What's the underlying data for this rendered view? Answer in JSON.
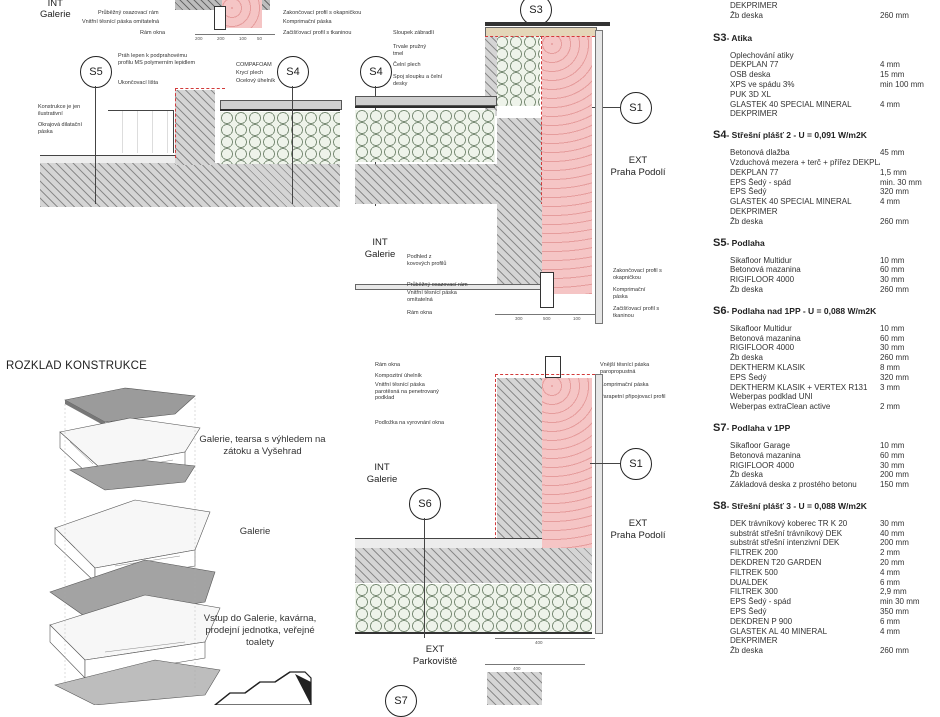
{
  "left_top": {
    "int_label": "INT",
    "int_sub": "Galerie",
    "labels": {
      "continuous_frame": "Průběžný osazovací rám",
      "inner_tape": "Vnitřní těsnící páska omítatelná",
      "window_frame": "Rám okna",
      "compress_tape": "Komprimační páska",
      "closing_profile_top": "Zakončovací profil s okapničkou",
      "plaster_profile": "Začišťovací profil s tkaninou",
      "threshold": "Práh lepen k podprahovému profilu MS polymerním lepidlem",
      "finish_strip": "Ukončovací lišta",
      "compafoam": "COMPAFOAM",
      "cover_sheet": "Krycí plech",
      "steel_angle": "Ocelový úhelník",
      "illustrative": "Konstrukce je jen ilustrativní",
      "edge_tape": "Okrajová dilatační páska"
    },
    "callouts": [
      "S5",
      "S4"
    ],
    "dims": [
      "200",
      "200",
      "100",
      "50"
    ]
  },
  "left_bottom": {
    "title": "ROZKLAD KONSTRUKCE",
    "captions": {
      "top": "Galerie, tearsa s výhledem na zátoku a Vyšehrad",
      "mid": "Galerie",
      "bottom": "Vstup do Galerie, kavárna, prodejní jednotka, veřejné toalety"
    }
  },
  "middle_top": {
    "labels": {
      "railing_post": "Sloupek zábradlí",
      "permanent_seal": "Trvale pružný tmel",
      "front_sheet": "Čelní plech",
      "post_joint": "Spoj sloupku a čelní desky"
    },
    "callouts": [
      "S3",
      "S4",
      "S1"
    ],
    "ext_label": "EXT",
    "ext_sub": "Praha Podolí",
    "int_label": "INT",
    "int_sub": "Galerie",
    "bottom_labels": {
      "soffit": "Podhled z kovových profilů",
      "continuous_frame": "Průběžný osazovací rám",
      "inner_tape": "Vnitřní těsnící páska omítatelná",
      "window_frame": "Rám okna"
    },
    "right_labels": {
      "closing_profile": "Zakončovací profil s okapničkou",
      "compress_tape": "Komprimační páska",
      "plaster_profile": "Začišťovací profil s tkaninou"
    },
    "dims": [
      "300",
      "500",
      "100"
    ]
  },
  "middle_bottom": {
    "labels": {
      "window_frame": "Rám okna",
      "composite_angle": "Kompozitní úhelník",
      "inner_tape": "Vnitřní těsnící páska parotěsná na penetrovaný podklad",
      "sill": "Podložka na vyrovnání okna"
    },
    "right_labels": {
      "outer_tape": "Vnější těsnící páska paropropustná",
      "compress_tape": "Komprimační páska",
      "parapet_profile": "Parapetní připojovací profil"
    },
    "callouts": [
      "S1",
      "S6",
      "S7"
    ],
    "int_label": "INT",
    "int_sub": "Galerie",
    "ext_label": "EXT",
    "ext_sub": "Praha Podolí",
    "ext2_label": "EXT",
    "ext2_sub": "Parkoviště",
    "dims": [
      "400",
      "400"
    ]
  },
  "right_panel": {
    "top_rows": [
      {
        "m": "DEKPRIMER",
        "v": ""
      },
      {
        "m": "Žb deska",
        "v": "260 mm"
      }
    ],
    "sections": [
      {
        "code": "S3",
        "title": "- Atika",
        "rows": [
          {
            "m": "Oplechování atiky",
            "v": ""
          },
          {
            "m": "DEKPLAN 77",
            "v": "4 mm"
          },
          {
            "m": "OSB deska",
            "v": "15 mm"
          },
          {
            "m": "XPS ve spádu 3%",
            "v": "min 100 mm"
          },
          {
            "m": "PUK 3D XL",
            "v": ""
          },
          {
            "m": "GLASTEK 40 SPECIAL MINERAL",
            "v": "4 mm"
          },
          {
            "m": "DEKPRIMER",
            "v": ""
          }
        ]
      },
      {
        "code": "S4",
        "title": "- Střešní plášť 2 - U = 0,091 W/m2K",
        "rows": [
          {
            "m": "Betonová dlažba",
            "v": "45 mm"
          },
          {
            "m": "Vzduchová mezera + terč + přířez DEKPLAN 77",
            "v": ""
          },
          {
            "m": "DEKPLAN 77",
            "v": "1,5 mm"
          },
          {
            "m": "EPS Šedý - spád",
            "v": "min. 30 mm"
          },
          {
            "m": "EPS Šedý",
            "v": "320 mm"
          },
          {
            "m": "GLASTEK 40 SPECIAL MINERAL",
            "v": "4 mm"
          },
          {
            "m": "DEKPRIMER",
            "v": ""
          },
          {
            "m": "Žb deska",
            "v": "260 mm"
          }
        ]
      },
      {
        "code": "S5",
        "title": "- Podlaha",
        "rows": [
          {
            "m": "Sikafloor Multidur",
            "v": "10 mm"
          },
          {
            "m": "Betonová mazanina",
            "v": "60 mm"
          },
          {
            "m": "RIGIFLOOR 4000",
            "v": "30 mm"
          },
          {
            "m": "Žb deska",
            "v": "260 mm"
          }
        ]
      },
      {
        "code": "S6",
        "title": "- Podlaha nad 1PP - U = 0,088 W/m2K",
        "rows": [
          {
            "m": "Sikafloor Multidur",
            "v": "10 mm"
          },
          {
            "m": "Betonová mazanina",
            "v": "60 mm"
          },
          {
            "m": "RIGIFLOOR 4000",
            "v": "30 mm"
          },
          {
            "m": "Žb deska",
            "v": "260 mm"
          },
          {
            "m": "DEKTHERM KLASIK",
            "v": "8 mm"
          },
          {
            "m": "EPS Šedý",
            "v": "320 mm"
          },
          {
            "m": "DEKTHERM KLASIK + VERTEX R131",
            "v": "3 mm"
          },
          {
            "m": "Weberpas podklad UNI",
            "v": ""
          },
          {
            "m": "Weberpas extraClean active",
            "v": "2 mm"
          }
        ]
      },
      {
        "code": "S7",
        "title": "- Podlaha v 1PP",
        "rows": [
          {
            "m": "Sikafloor Garage",
            "v": "10 mm"
          },
          {
            "m": "Betonová mazanina",
            "v": "60 mm"
          },
          {
            "m": "RIGIFLOOR 4000",
            "v": "30 mm"
          },
          {
            "m": "Žb deska",
            "v": "200 mm"
          },
          {
            "m": "Základová deska z prostého betonu",
            "v": "150 mm"
          }
        ]
      },
      {
        "code": "S8",
        "title": "- Střešní plášť 3 - U = 0,088 W/m2K",
        "rows": [
          {
            "m": "DEK trávníkový koberec TR K 20",
            "v": "30 mm"
          },
          {
            "m": "substrát střešní trávníkový DEK",
            "v": "40 mm"
          },
          {
            "m": "substrát střešní intenzivní DEK",
            "v": "200 mm"
          },
          {
            "m": "FILTREK 200",
            "v": "2 mm"
          },
          {
            "m": "DEKDREN T20 GARDEN",
            "v": "20 mm"
          },
          {
            "m": "FILTREK 500",
            "v": "4 mm"
          },
          {
            "m": "DUALDEK",
            "v": "6 mm"
          },
          {
            "m": "FILTREK 300",
            "v": "2,9 mm"
          },
          {
            "m": "EPS Šedý - spád",
            "v": "min 30 mm"
          },
          {
            "m": "EPS Šedý",
            "v": "350 mm"
          },
          {
            "m": "DEKDREN P 900",
            "v": "6 mm"
          },
          {
            "m": "GLASTEK AL 40 MINERAL",
            "v": "4 mm"
          },
          {
            "m": "DEKPRIMER",
            "v": ""
          },
          {
            "m": "Žb deska",
            "v": "260 mm"
          }
        ]
      }
    ]
  }
}
